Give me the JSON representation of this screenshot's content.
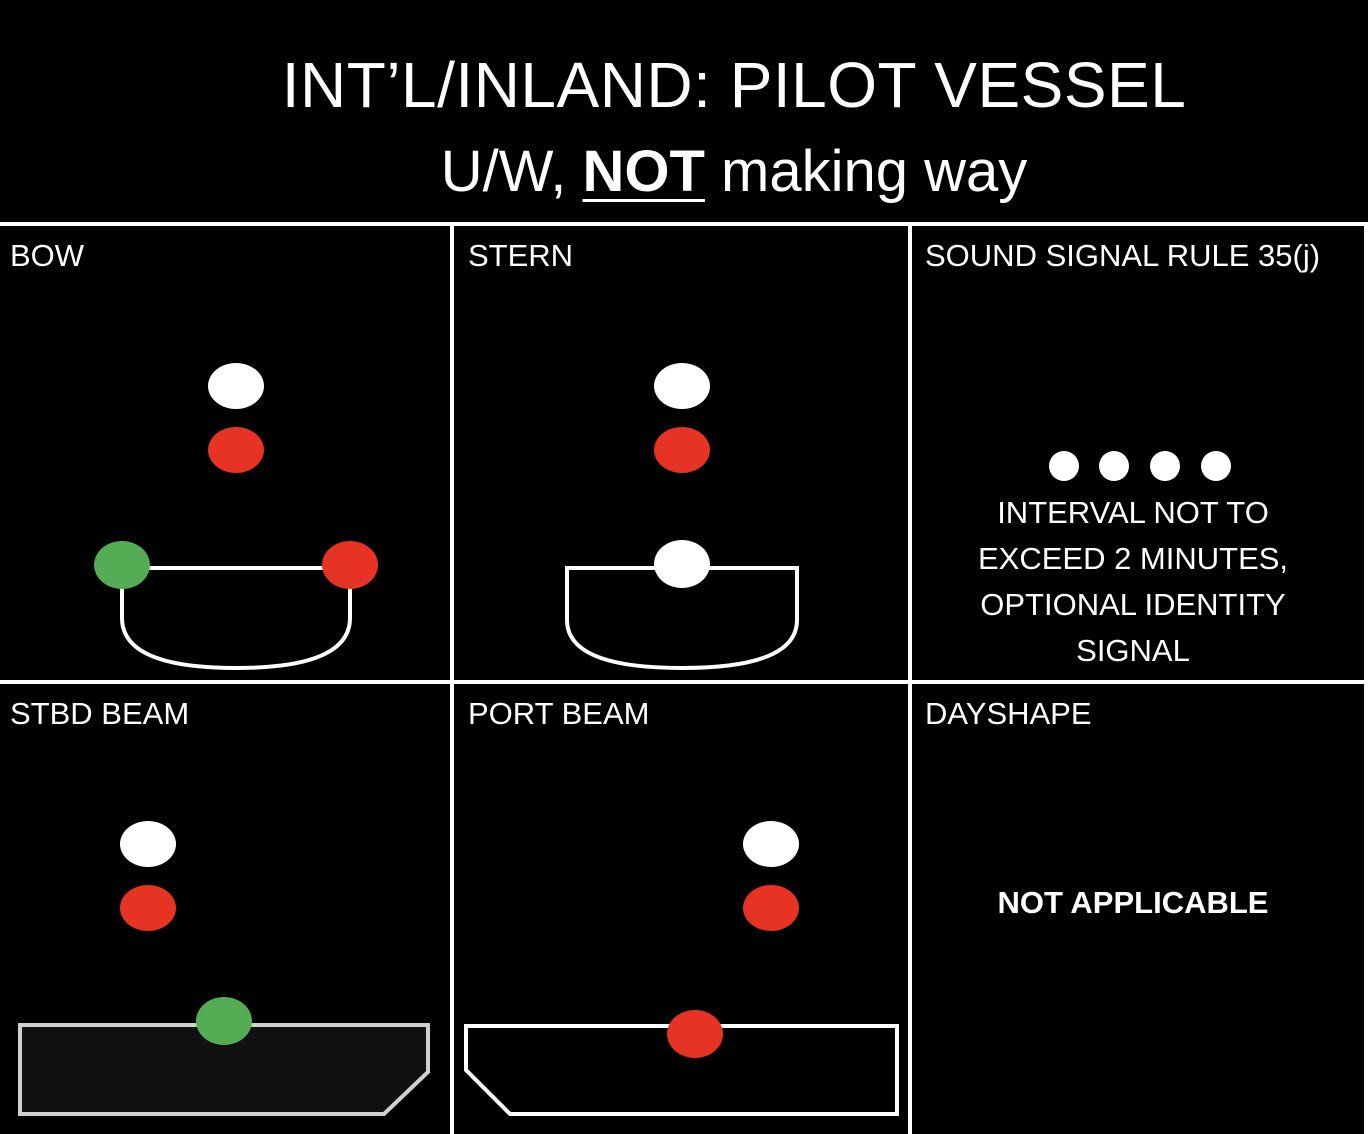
{
  "header": {
    "title": "INT’L/INLAND: PILOT VESSEL",
    "subtitle_prefix": "U/W, ",
    "subtitle_emphasis": "NOT",
    "subtitle_suffix": " making way"
  },
  "panels": {
    "bow": {
      "label": "BOW"
    },
    "stern": {
      "label": "STERN"
    },
    "sound": {
      "label": "SOUND SIGNAL RULE 35(j)",
      "blasts": 4,
      "text_lines": [
        "INTERVAL NOT TO",
        "EXCEED 2 MINUTES,",
        "OPTIONAL IDENTITY",
        "SIGNAL"
      ]
    },
    "stbd_beam": {
      "label": "STBD BEAM"
    },
    "port_beam": {
      "label": "PORT BEAM"
    },
    "dayshape": {
      "label": "DAYSHAPE",
      "text": "NOT APPLICABLE"
    }
  },
  "colors": {
    "white_light": "#ffffff",
    "red_light": "#e63323",
    "green_light": "#54ad55",
    "background": "#000000"
  }
}
